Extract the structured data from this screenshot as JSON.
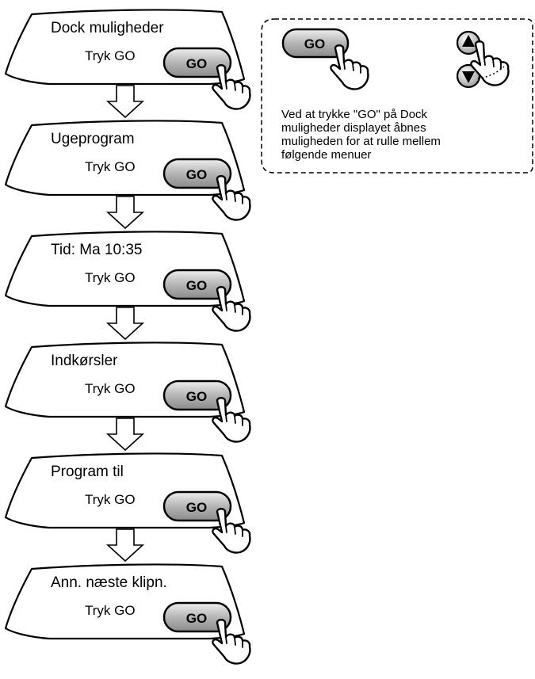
{
  "go_button_label": "GO",
  "panels": [
    {
      "title": "Dock muligheder",
      "sub": "Tryk GO"
    },
    {
      "title": "Ugeprogram",
      "sub": "Tryk GO"
    },
    {
      "title": "Tid:   Ma  10:35",
      "sub": "Tryk GO"
    },
    {
      "title": "Indkørsler",
      "sub": "Tryk GO"
    },
    {
      "title": "Program     til",
      "sub": "Tryk GO"
    },
    {
      "title": "Ann. næste klipn.",
      "sub": "Tryk GO"
    }
  ],
  "note": {
    "go_label": "GO",
    "lines": [
      "Ved at trykke \"GO\" på Dock",
      "muligheder displayet åbnes",
      "muligheden for at rulle mellem",
      "følgende menuer"
    ],
    "icons": [
      "up-arrow-icon",
      "down-arrow-icon",
      "pointing-hand-icon"
    ]
  }
}
